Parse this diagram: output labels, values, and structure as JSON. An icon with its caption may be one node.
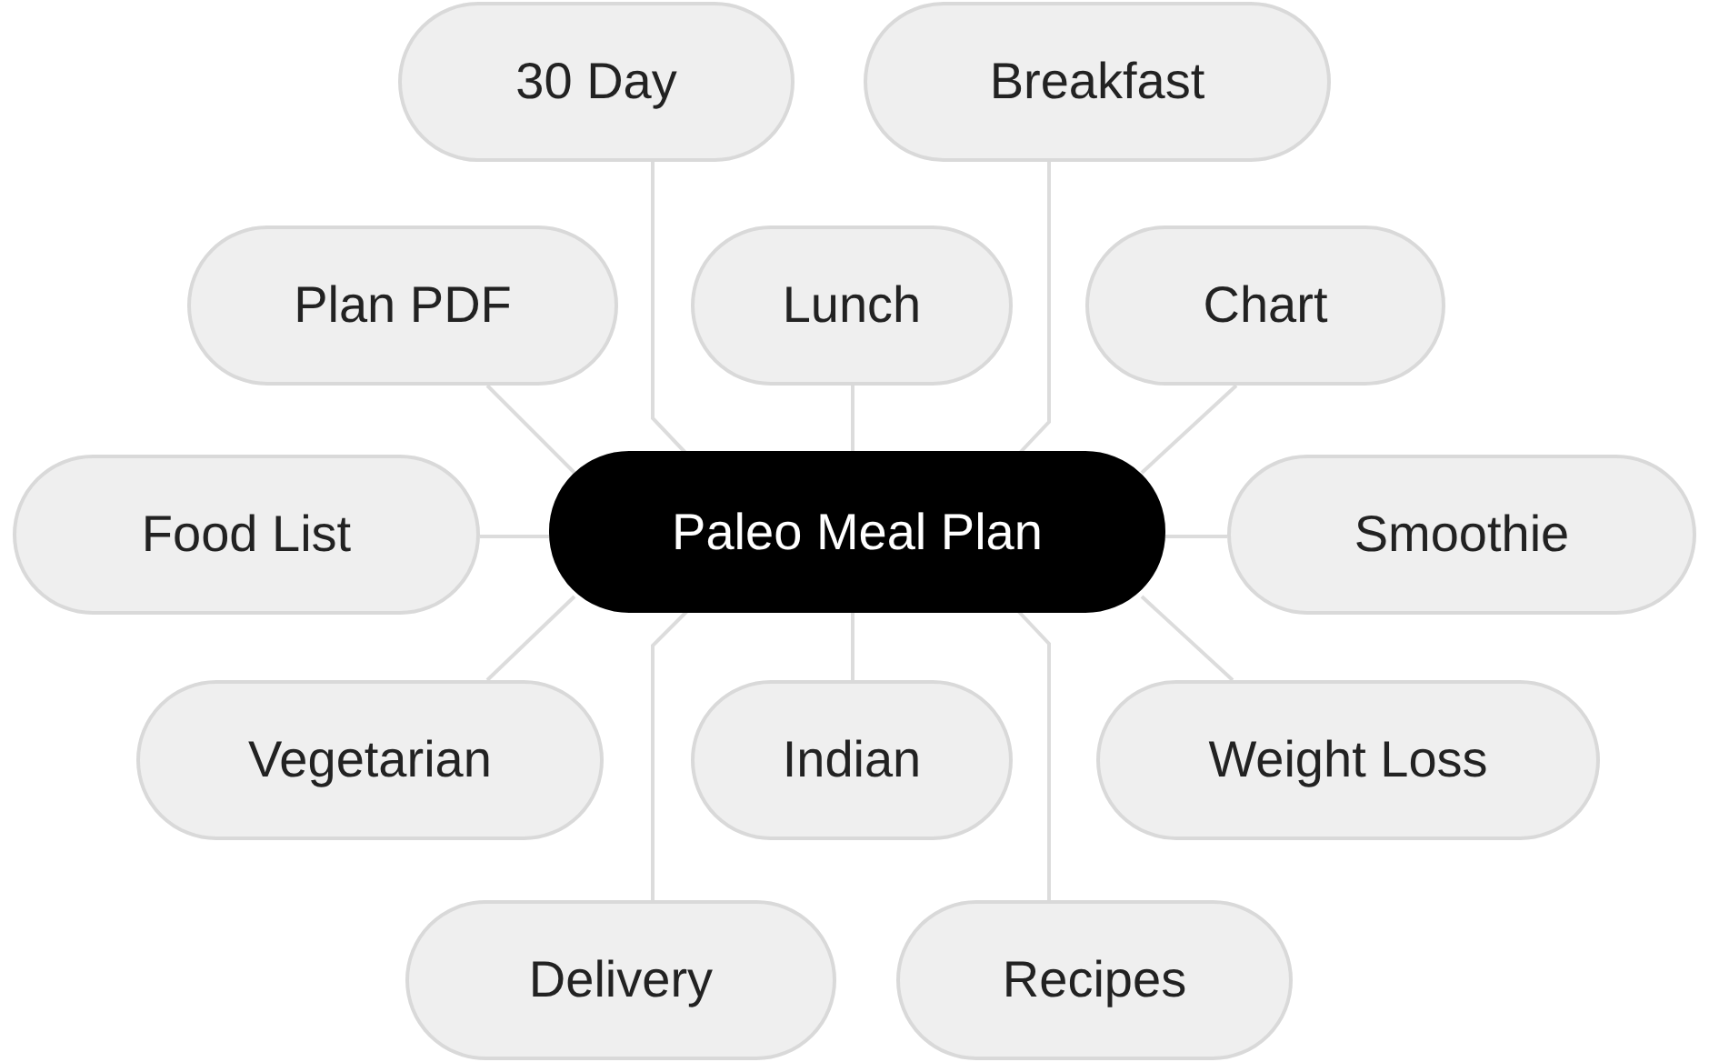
{
  "diagram": {
    "nodes": [
      {
        "text": [
          "Paleo Meal Plan"
        ]
      },
      {
        "text": [
          "30 Day"
        ]
      },
      {
        "text": [
          "Breakfast"
        ]
      },
      {
        "text": [
          "Plan PDF"
        ]
      },
      {
        "text": [
          "Lunch"
        ]
      },
      {
        "text": [
          "Chart"
        ]
      },
      {
        "text": [
          "Food List"
        ]
      },
      {
        "text": [
          "Smoothie"
        ]
      },
      {
        "text": [
          "Vegetarian"
        ]
      },
      {
        "text": [
          "Indian"
        ]
      },
      {
        "text": [
          "Weight Loss"
        ]
      },
      {
        "text": [
          "Delivery"
        ]
      },
      {
        "text": [
          "Recipes"
        ]
      }
    ],
    "edges": [
      {
        "from": 0,
        "to": 1,
        "arrow": "none"
      },
      {
        "from": 0,
        "to": 2,
        "arrow": "none"
      },
      {
        "from": 0,
        "to": 3,
        "arrow": "none"
      },
      {
        "from": 0,
        "to": 4,
        "arrow": "none"
      },
      {
        "from": 0,
        "to": 5,
        "arrow": "none"
      },
      {
        "from": 0,
        "to": 6,
        "arrow": "none"
      },
      {
        "from": 0,
        "to": 7,
        "arrow": "none"
      },
      {
        "from": 0,
        "to": 8,
        "arrow": "none"
      },
      {
        "from": 0,
        "to": 9,
        "arrow": "none"
      },
      {
        "from": 0,
        "to": 10,
        "arrow": "none"
      },
      {
        "from": 0,
        "to": 11,
        "arrow": "none"
      },
      {
        "from": 0,
        "to": 12,
        "arrow": "none"
      }
    ]
  }
}
